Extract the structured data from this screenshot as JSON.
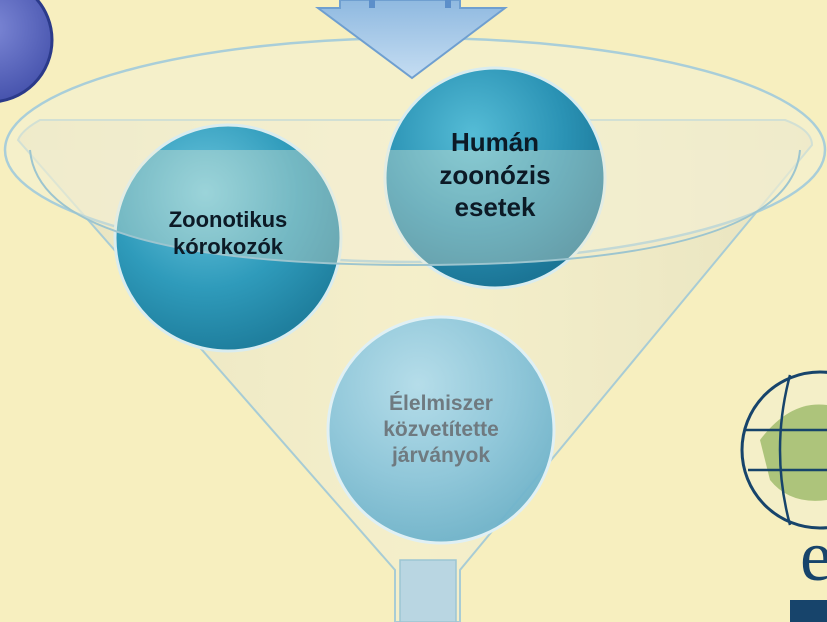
{
  "diagram": {
    "circles": [
      {
        "id": "pathogens",
        "lines": [
          "Zoonotikus",
          "kórokozók"
        ],
        "color": "#3ba7c3"
      },
      {
        "id": "human_cases",
        "lines": [
          "Humán",
          "zoonózis",
          "esetek"
        ],
        "color": "#2e96b8"
      },
      {
        "id": "outbreaks",
        "lines": [
          "Élelmiszer",
          "közvetítette",
          "járványok"
        ],
        "color": "#86c3d8"
      }
    ],
    "colors": {
      "background": "#f7efbf",
      "funnel_fill": "#ece8c8",
      "funnel_stroke": "#8fbdc9",
      "arrow": "#9cc3e6",
      "logo_dark": "#17446b",
      "logo_green": "#9bb968",
      "text_dark": "#0c1a26",
      "text_muted": "#6f7a80"
    },
    "logo_partial_text": "e"
  }
}
